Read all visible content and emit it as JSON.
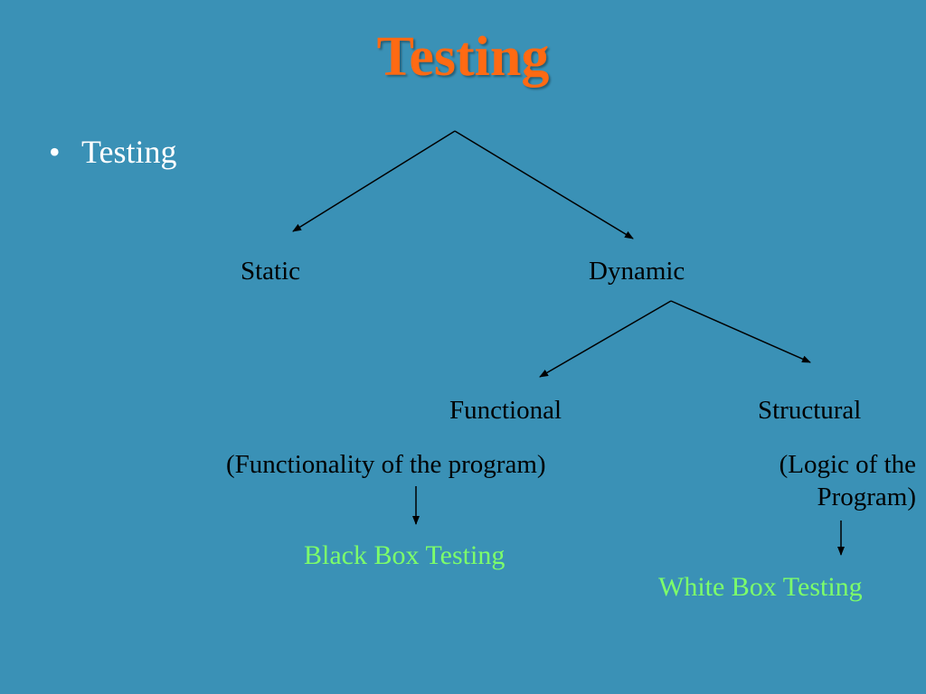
{
  "colors": {
    "background": "#3a91b6",
    "title": "#ff6a13",
    "text": "#000000",
    "bullet_text": "#ffffff",
    "highlight": "#7dff6a"
  },
  "slide": {
    "title": "Testing",
    "bullet": {
      "marker": "•",
      "text": "Testing"
    }
  },
  "diagram": {
    "nodes": {
      "static": "Static",
      "dynamic": "Dynamic",
      "functional": "Functional",
      "structural": "Structural",
      "functional_desc": "(Functionality of the program)",
      "structural_desc_line1": "(Logic of the",
      "structural_desc_line2": "Program)",
      "black_box": "Black Box Testing",
      "white_box": "White Box Testing"
    }
  }
}
